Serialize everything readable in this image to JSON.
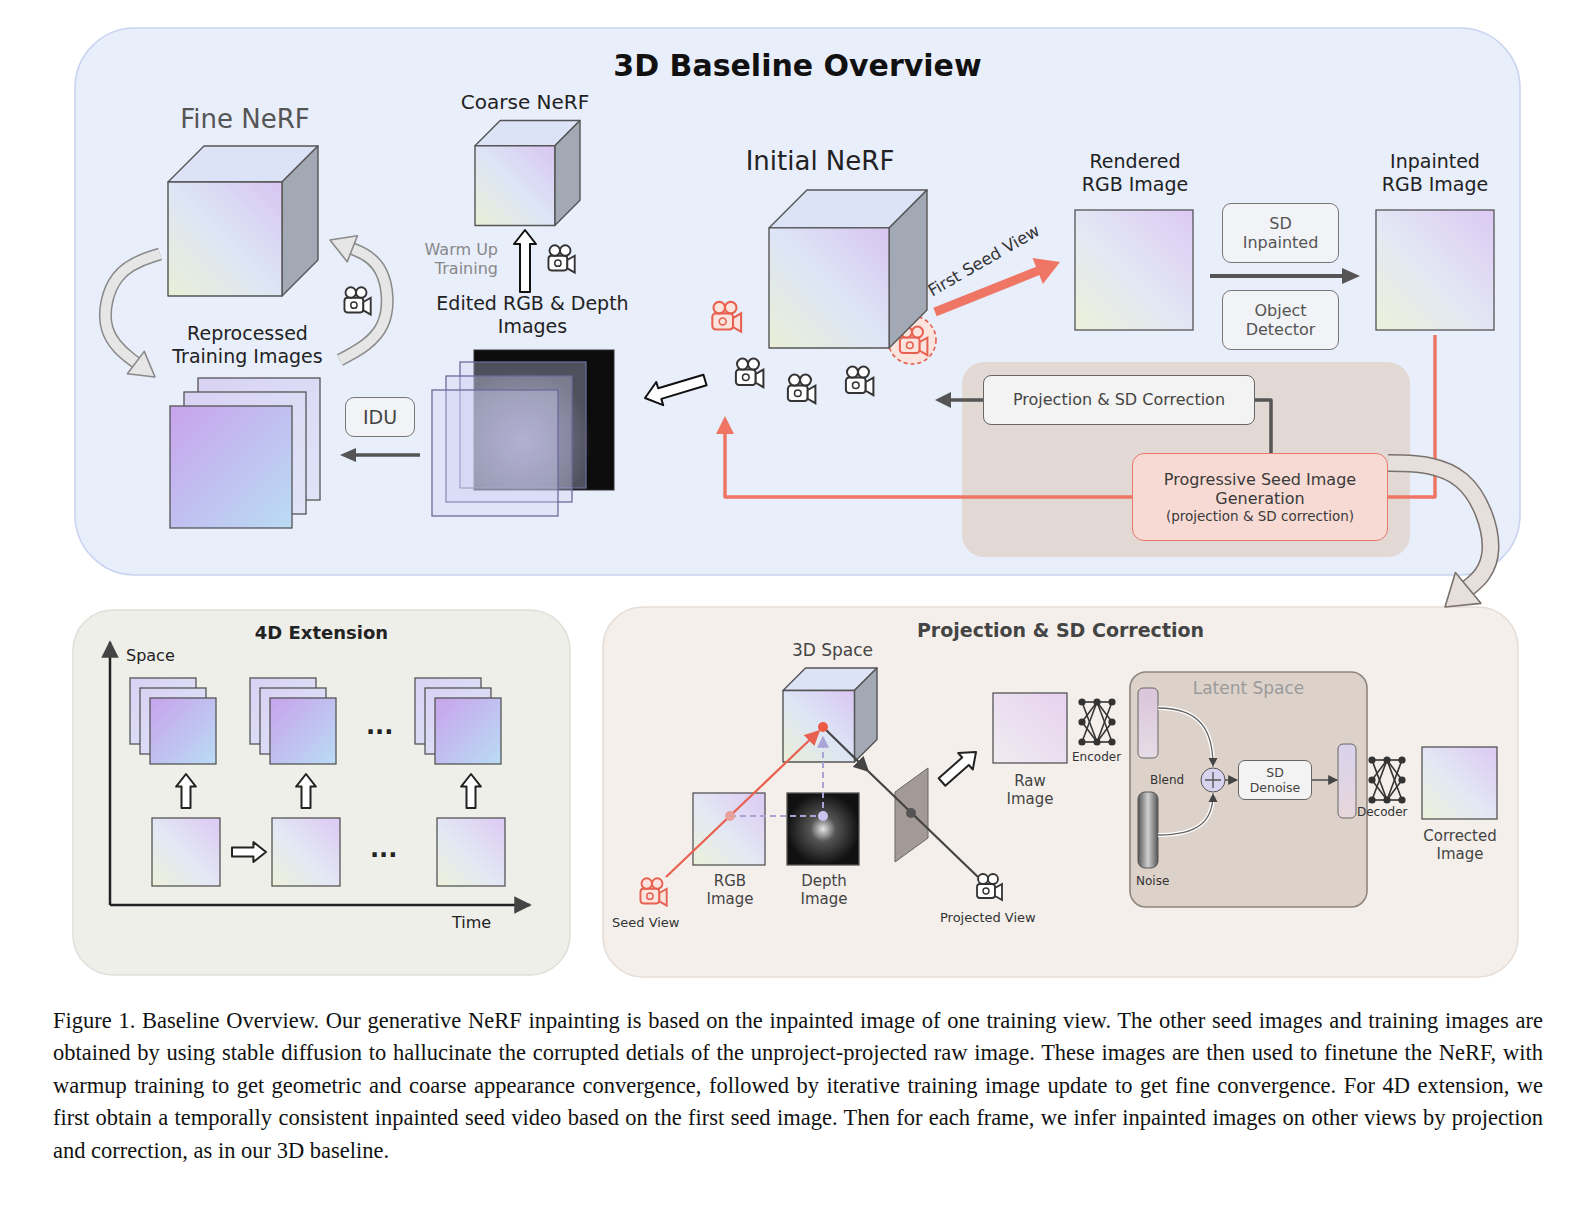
{
  "diagram": {
    "caption": "Figure 1. Baseline Overview. Our generative NeRF inpainting is based on the inpainted image of one training view. The other seed images and training images are obtained by using stable diffusion to hallucinate the corrupted detials of the unproject-projected raw image. These images are then used to finetune the NeRF, with warmup training to get geometric and coarse appearance convergence, followed by iterative training image update to get fine convergence. For 4D extension, we first obtain a temporally consistent inpainted seed video based on the first seed image. Then for each frame, we infer inpainted images on other views by projection and correction, as in our 3D baseline.",
    "nodes": [
      {
        "text": [
          "3D Baseline Overview"
        ]
      },
      {
        "text": [
          "Fine NeRF"
        ],
        "in": 0
      },
      {
        "text": [
          "Coarse NeRF"
        ],
        "in": 0
      },
      {
        "text": [
          "Initial NeRF"
        ],
        "in": 0
      },
      {
        "text": [
          "Rendered RGB Image"
        ],
        "in": 0
      },
      {
        "text": [
          "SD Inpainted"
        ],
        "in": 0
      },
      {
        "text": [
          "Object Detector"
        ],
        "in": 0
      },
      {
        "text": [
          "Inpainted RGB Image"
        ],
        "in": 0
      },
      {
        "text": [
          "Reprocessed Training Images"
        ],
        "in": 0
      },
      {
        "text": [
          "IDU"
        ],
        "in": 0
      },
      {
        "text": [
          "Edited RGB & Depth Images"
        ],
        "in": 0
      },
      {
        "text": [
          "Projection & SD Correction"
        ],
        "in": 0
      },
      {
        "text": [
          "Progressive Seed Image Generation",
          "(projection & SD correction)"
        ],
        "in": 0
      },
      {
        "text": [
          "4D Extension"
        ]
      },
      {
        "text": [
          "Projection & SD Correction"
        ]
      },
      {
        "text": [
          "3D Space"
        ],
        "in": 14
      },
      {
        "text": [
          "RGB Image"
        ],
        "in": 14
      },
      {
        "text": [
          "Depth Image"
        ],
        "in": 14
      },
      {
        "text": [
          "Raw Image"
        ],
        "in": 14
      },
      {
        "text": [
          "Latent Space"
        ],
        "in": 14
      },
      {
        "text": [
          "SD Denoise"
        ],
        "in": 19
      },
      {
        "text": [
          "Corrected Image"
        ],
        "in": 14
      }
    ],
    "edges": [
      {
        "from": 1,
        "to": 8,
        "arrow": "to"
      },
      {
        "from": 8,
        "to": 1,
        "arrow": "to"
      },
      {
        "from": 10,
        "to": 2,
        "arrow": "to"
      },
      {
        "from": 10,
        "to": 8,
        "arrow": "to"
      },
      {
        "from": 3,
        "to": 10,
        "arrow": "to"
      },
      {
        "from": 3,
        "to": 4,
        "label": "First Seed View",
        "arrow": "to"
      },
      {
        "from": 4,
        "to": 7,
        "arrow": "to"
      },
      {
        "from": 7,
        "to": 12,
        "arrow": "none"
      },
      {
        "from": 12,
        "to": 3,
        "arrow": "to"
      },
      {
        "from": 12,
        "to": 11,
        "arrow": "none"
      },
      {
        "from": 11,
        "to": 3,
        "arrow": "to"
      },
      {
        "from": 12,
        "to": 14,
        "arrow": "to"
      }
    ],
    "labels": [
      "Warm Up Training",
      "Space",
      "...",
      "...",
      "Time",
      "Seed View",
      "Projected View",
      "Encoder",
      "Blend",
      "Noise",
      "Decoder"
    ]
  }
}
